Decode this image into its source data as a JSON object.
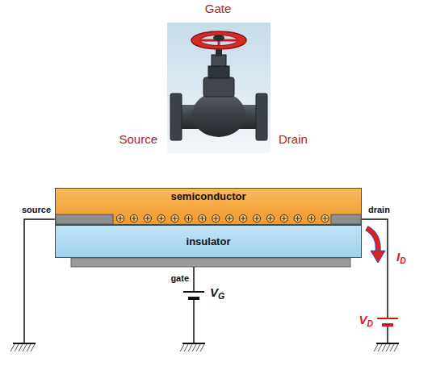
{
  "diagram": {
    "nodes": [
      {
        "text": [
          "semiconductor"
        ]
      },
      {
        "text": [
          "insulator"
        ]
      }
    ],
    "labels": [
      "Gate",
      "Source",
      "Drain",
      "source",
      "drain",
      "gate",
      "VG",
      "ID",
      "VD"
    ]
  }
}
